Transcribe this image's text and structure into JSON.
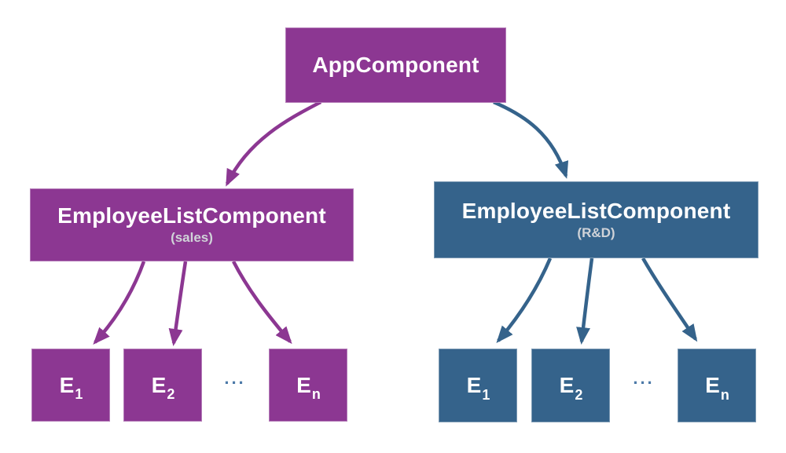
{
  "colors": {
    "background": "#ffffff",
    "purple": "#8c3792",
    "blue": "#35638b",
    "white_text": "#ffffff",
    "subtitle_text": "#d0d3d8",
    "ellipsis": "#4d7aa8"
  },
  "diagram": {
    "root": {
      "title": "AppComponent"
    },
    "branches": [
      {
        "title": "EmployeeListComponent",
        "subtitle": "(sales)",
        "theme": "purple",
        "ellipsis": "...",
        "children": [
          {
            "base": "E",
            "sub": "1"
          },
          {
            "base": "E",
            "sub": "2"
          },
          {
            "base": "E",
            "sub": "n"
          }
        ]
      },
      {
        "title": "EmployeeListComponent",
        "subtitle": "(R&D)",
        "theme": "blue",
        "ellipsis": "...",
        "children": [
          {
            "base": "E",
            "sub": "1"
          },
          {
            "base": "E",
            "sub": "2"
          },
          {
            "base": "E",
            "sub": "n"
          }
        ]
      }
    ]
  }
}
